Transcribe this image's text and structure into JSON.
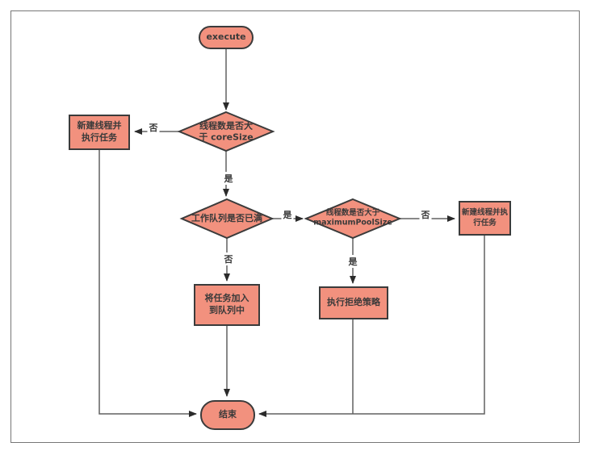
{
  "diagram": {
    "title": "thread-pool-execute-flowchart",
    "nodes": {
      "execute": {
        "label": "execute",
        "shape": "stadium"
      },
      "core_check": {
        "label": "线程数是否大\n于 coreSize",
        "shape": "diamond"
      },
      "new_thread_left": {
        "label": "新建线程并\n执行任务",
        "shape": "rect"
      },
      "queue_full_check": {
        "label": "工作队列是否已满",
        "shape": "diamond"
      },
      "max_pool_check": {
        "label": "线程数是否大于\nmaximumPoolSize",
        "shape": "diamond"
      },
      "new_thread_right": {
        "label": "新建线程并执\n行任务",
        "shape": "rect"
      },
      "enqueue": {
        "label": "将任务加入\n到队列中",
        "shape": "rect"
      },
      "reject": {
        "label": "执行拒绝策略",
        "shape": "rect"
      },
      "end": {
        "label": "结束",
        "shape": "stadium"
      }
    },
    "edge_labels": {
      "core_no": "否",
      "core_yes": "是",
      "queue_yes": "是",
      "queue_no": "否",
      "max_no": "否",
      "max_yes": "是"
    },
    "colors": {
      "node_fill": "#F2917E",
      "node_border": "#3b3b3b",
      "line": "#616161",
      "arrowhead": "#2b2b2b",
      "text": "#3a3a3a",
      "frame_border": "#777777"
    }
  }
}
